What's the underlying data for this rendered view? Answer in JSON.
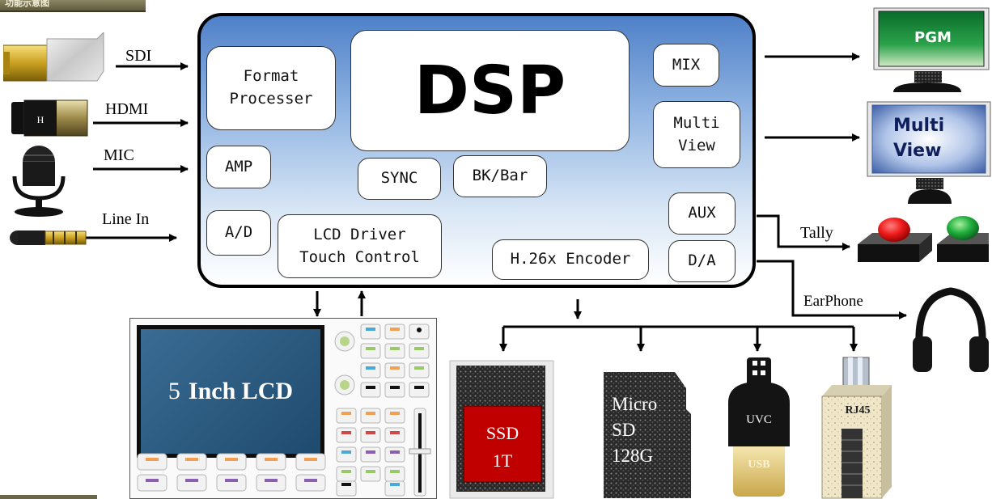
{
  "header": {
    "tag_text": "功能示意图"
  },
  "inputs": {
    "sdi": "SDI",
    "hdmi": "HDMI",
    "mic": "MIC",
    "line_in": "Line In",
    "hdmi_plug_letter": "H"
  },
  "dsp": {
    "title": "DSP",
    "format_processer": "Format\nProcesser",
    "amp": "AMP",
    "ad": "A/D",
    "lcd_driver": "LCD Driver\nTouch Control",
    "sync": "SYNC",
    "bk_bar": "BK/Bar",
    "mix": "MIX",
    "multiview": "Multi\nView",
    "aux": "AUX",
    "encoder": "H.26x Encoder",
    "da": "D/A"
  },
  "outputs": {
    "pgm": "PGM",
    "multiview_monitor": "Multi\nView",
    "tally": "Tally",
    "earphone": "EarPhone"
  },
  "control_panel": {
    "lcd_label_num": "5",
    "lcd_label_text": "Inch LCD"
  },
  "storage": {
    "ssd": "SSD\n1T",
    "microsd": "Micro\nSD\n128G",
    "uvc": "UVC",
    "usb": "USB",
    "rj45": "RJ45"
  },
  "colors": {
    "dsp_gradient_top": "#4f80c8",
    "ssd_red": "#c00000",
    "pgm_green": "#1f8a3a",
    "tally_red": "#e02020",
    "tally_green": "#1fb040"
  }
}
